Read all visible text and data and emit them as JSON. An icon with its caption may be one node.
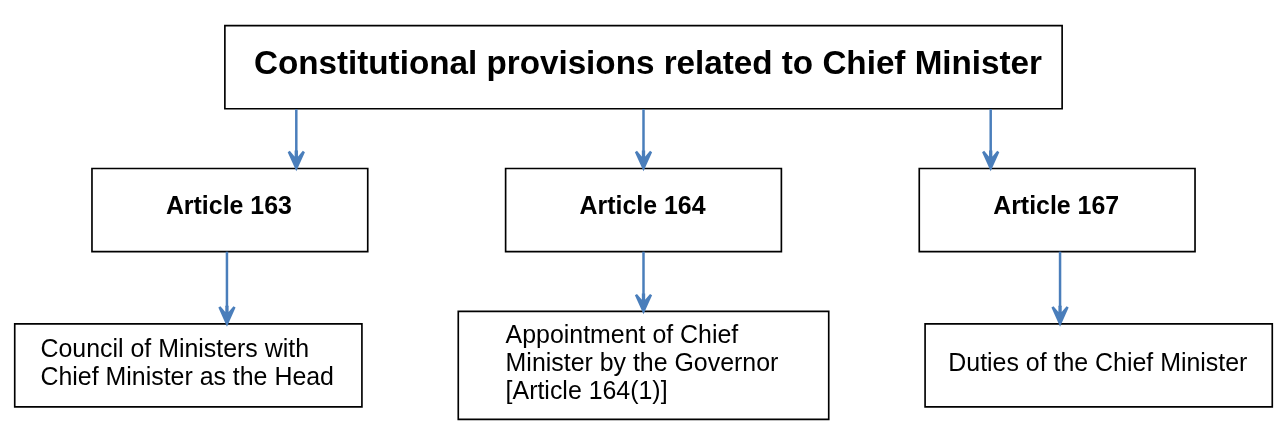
{
  "diagram": {
    "nodes": [
      {
        "text": [
          "Constitutional provisions related to Chief Minister"
        ]
      },
      {
        "text": [
          "Article 163"
        ]
      },
      {
        "text": [
          "Article 164"
        ]
      },
      {
        "text": [
          "Article 167"
        ]
      },
      {
        "text": [
          "Council of Ministers with Chief Minister as the Head"
        ]
      },
      {
        "text": [
          "Appointment of Chief Minister by the Governor [Article 164(1)]"
        ]
      },
      {
        "text": [
          "Duties of the Chief Minister"
        ]
      }
    ],
    "edges": [
      {
        "from": 0,
        "to": 1,
        "arrow": "to"
      },
      {
        "from": 0,
        "to": 2,
        "arrow": "to"
      },
      {
        "from": 0,
        "to": 3,
        "arrow": "to"
      },
      {
        "from": 1,
        "to": 4,
        "arrow": "to"
      },
      {
        "from": 2,
        "to": 5,
        "arrow": "to"
      },
      {
        "from": 3,
        "to": 6,
        "arrow": "to"
      }
    ]
  }
}
